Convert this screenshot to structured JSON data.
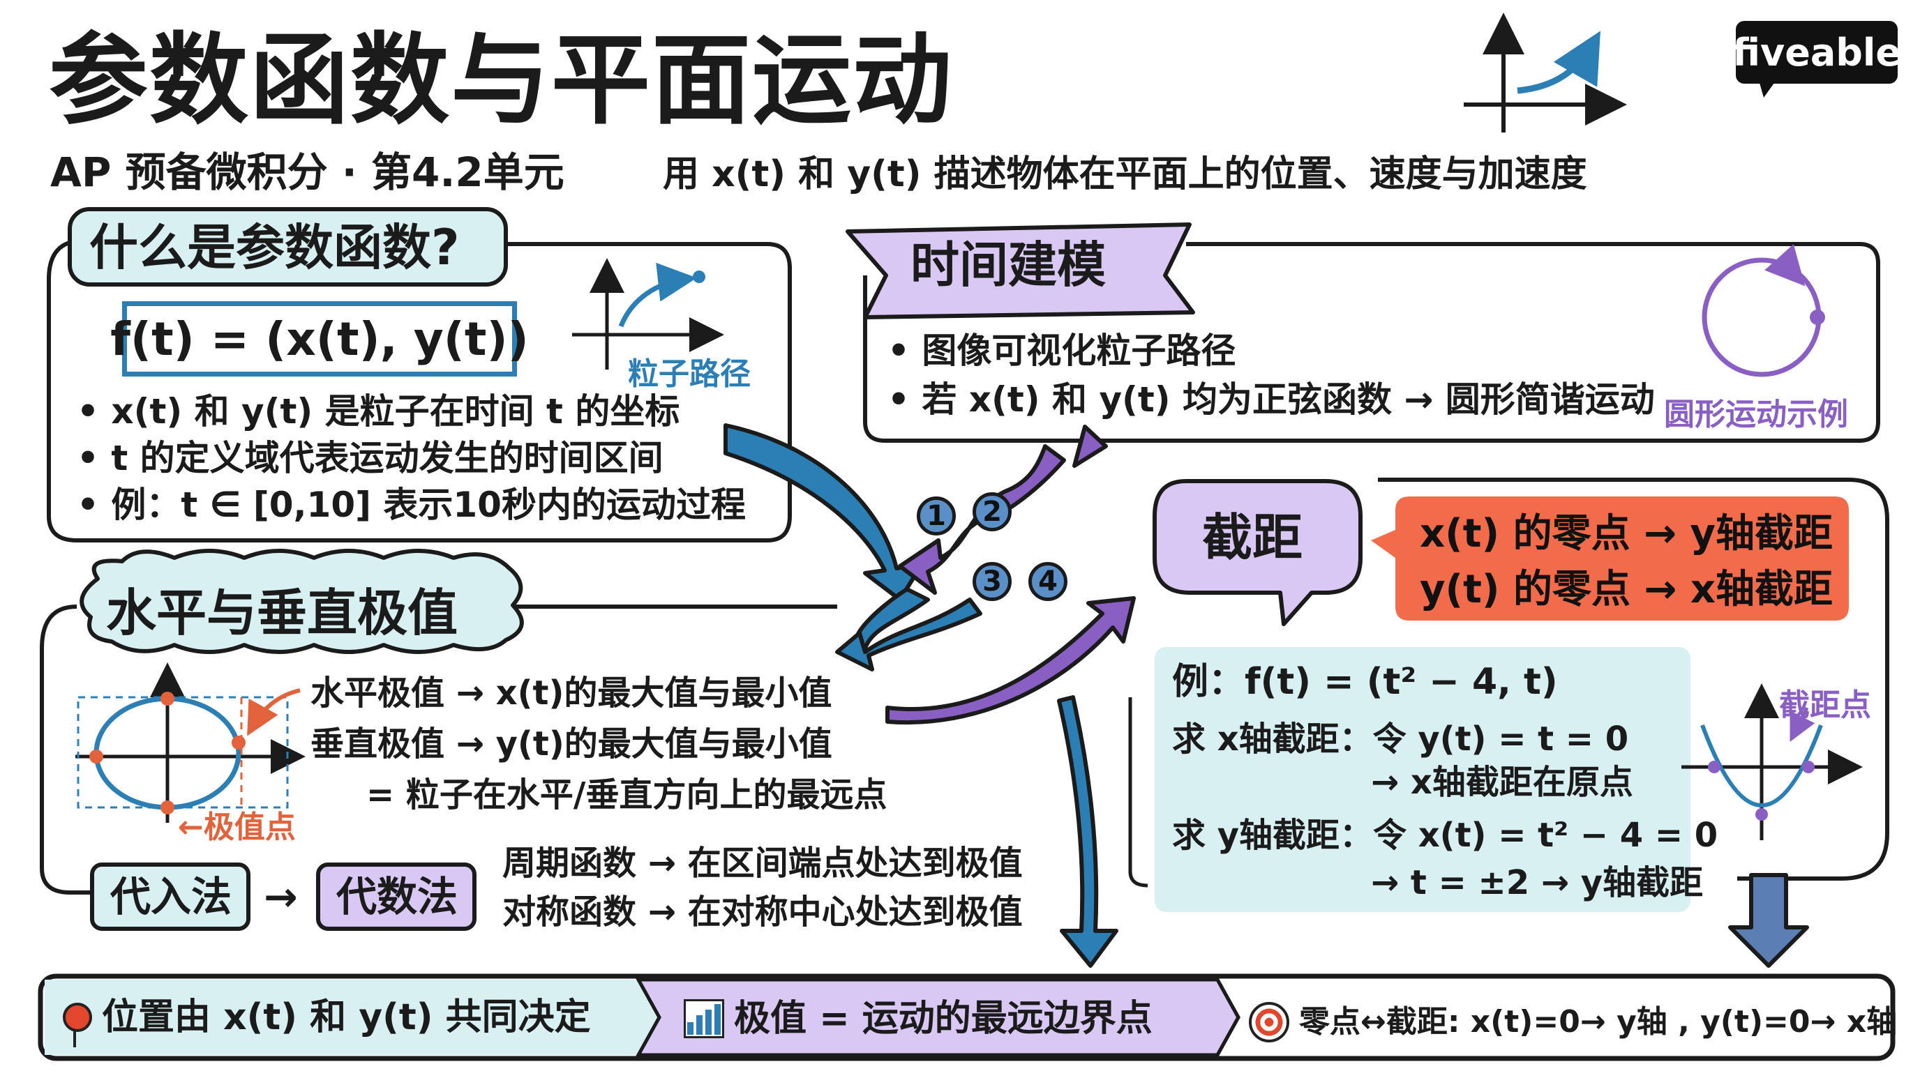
{
  "header": {
    "title": "参数函数与平面运动",
    "subtitle": "AP 预备微积分 · 第4.2单元",
    "description": "用 x(t) 和 y(t) 描述物体在平面上的位置、速度与加速度",
    "brand": "fiveable"
  },
  "colors": {
    "blue": "#2b7fb5",
    "teal_fill": "#d8f0f2",
    "purple_fill": "#d9c8f3",
    "purple": "#8a5fc4",
    "orange": "#f26b4b",
    "ink": "#1b1b1b"
  },
  "what_is": {
    "heading": "什么是参数函数?",
    "formula": "f(t) = (x(t), y(t))",
    "path_label": "粒子路径",
    "bullets": [
      "• x(t) 和 y(t) 是粒子在时间 t 的坐标",
      "• t 的定义域代表运动发生的时间区间",
      "• 例：t ∈ [0,10] 表示10秒内的运动过程"
    ]
  },
  "time_modeling": {
    "heading": "时间建模",
    "bullets": [
      "• 图像可视化粒子路径",
      "• 若 x(t) 和 y(t) 均为正弦函数 → 圆形简谐运动"
    ],
    "circle_label": "圆形运动示例"
  },
  "steps": [
    "1",
    "2",
    "3",
    "4"
  ],
  "extrema": {
    "heading": "水平与垂直极值",
    "lines": [
      "水平极值 → x(t)的最大值与最小值",
      "垂直极值 → y(t)的最大值与最小值",
      "= 粒子在水平/垂直方向上的最远点"
    ],
    "point_label": "←极值点",
    "method_a": "代入法",
    "method_arrow": "→",
    "method_b": "代数法",
    "notes": [
      "周期函数 → 在区间端点处达到极值",
      "对称函数 → 在对称中心处达到极值"
    ]
  },
  "intercepts": {
    "heading": "截距",
    "rules": [
      "x(t) 的零点 → y轴截距",
      "y(t) 的零点 → x轴截距"
    ],
    "example": [
      "例：f(t) = (t² − 4, t)",
      "求 x轴截距：令 y(t) = t = 0",
      "→ x轴截距在原点",
      "求 y轴截距：令 x(t) = t² − 4 = 0",
      "→ t = ±2 → y轴截距"
    ],
    "point_label": "截距点"
  },
  "footer": [
    "位置由 x(t) 和 y(t) 共同决定",
    "极值 = 运动的最远边界点",
    "零点↔截距: x(t)=0→ y轴 , y(t)=0→ x轴"
  ]
}
